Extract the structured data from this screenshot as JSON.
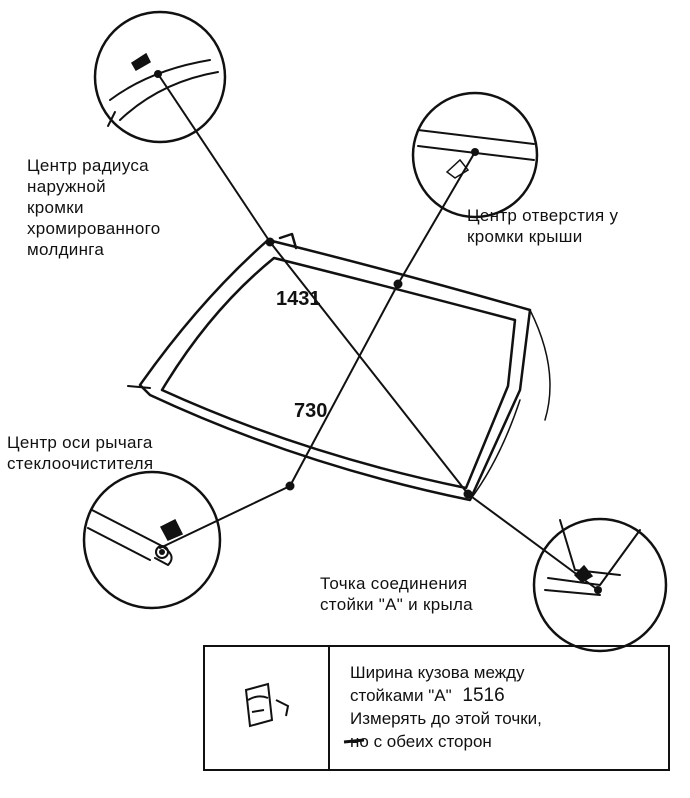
{
  "labels": {
    "molding_center": [
      "Центр радиуса",
      "наружной",
      "кромки",
      "хромированного",
      "молдинга"
    ],
    "roof_hole_center": [
      "Центр отверстия у",
      "кромки крыши"
    ],
    "wiper_axis_center": [
      "Центр оси рычага",
      "стеклоочистителя"
    ],
    "pillar_fender_joint": [
      "Точка соединения",
      "стойки \"А\" и крыла"
    ]
  },
  "dimensions": {
    "diagonal": "1431",
    "vertical": "730"
  },
  "legend": {
    "width_label": "Ширина кузова между",
    "width_line2_prefix": "стойками \"А\"",
    "width_value": "1516",
    "measure_line1": "Измерять до этой точки,",
    "measure_line2": "но с обеих сторон"
  },
  "icons": [
    "measuring-point-arrow-icon",
    "body-pillar-icon",
    "dash-marker-icon"
  ],
  "colors": {
    "ink": "#111111",
    "background": "#ffffff"
  }
}
